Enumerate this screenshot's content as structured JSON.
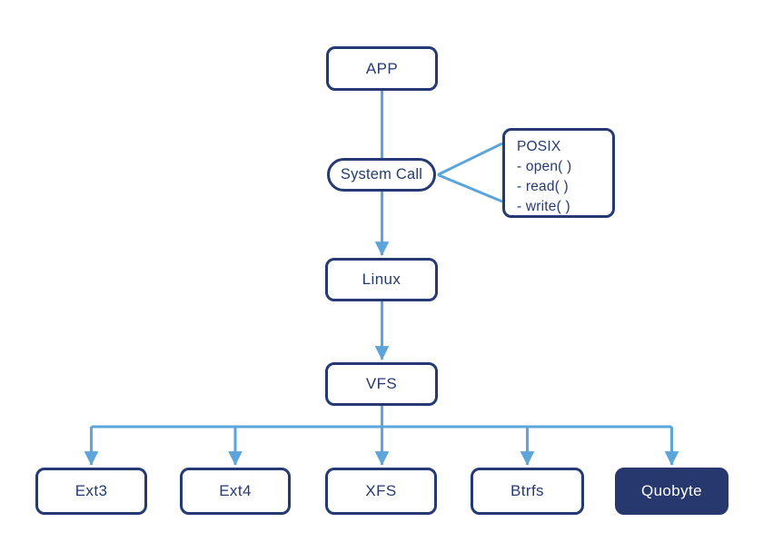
{
  "diagram": {
    "description": "Filesystem stack flow diagram"
  },
  "nodes": {
    "app": {
      "label": "APP"
    },
    "system_call": {
      "label": "System Call"
    },
    "posix": {
      "title": "POSIX",
      "items": [
        "- open( )",
        "- read( )",
        "- write( )"
      ]
    },
    "linux": {
      "label": "Linux"
    },
    "vfs": {
      "label": "VFS"
    },
    "ext3": {
      "label": "Ext3"
    },
    "ext4": {
      "label": "Ext4"
    },
    "xfs": {
      "label": "XFS"
    },
    "btrfs": {
      "label": "Btrfs"
    },
    "quobyte": {
      "label": "Quobyte"
    }
  },
  "colors": {
    "navy_border": "#253a72",
    "navy_fill": "#27386e",
    "connector_blue": "#5ba5da",
    "background": "#ffffff",
    "highlight_text": "#ffffff"
  }
}
